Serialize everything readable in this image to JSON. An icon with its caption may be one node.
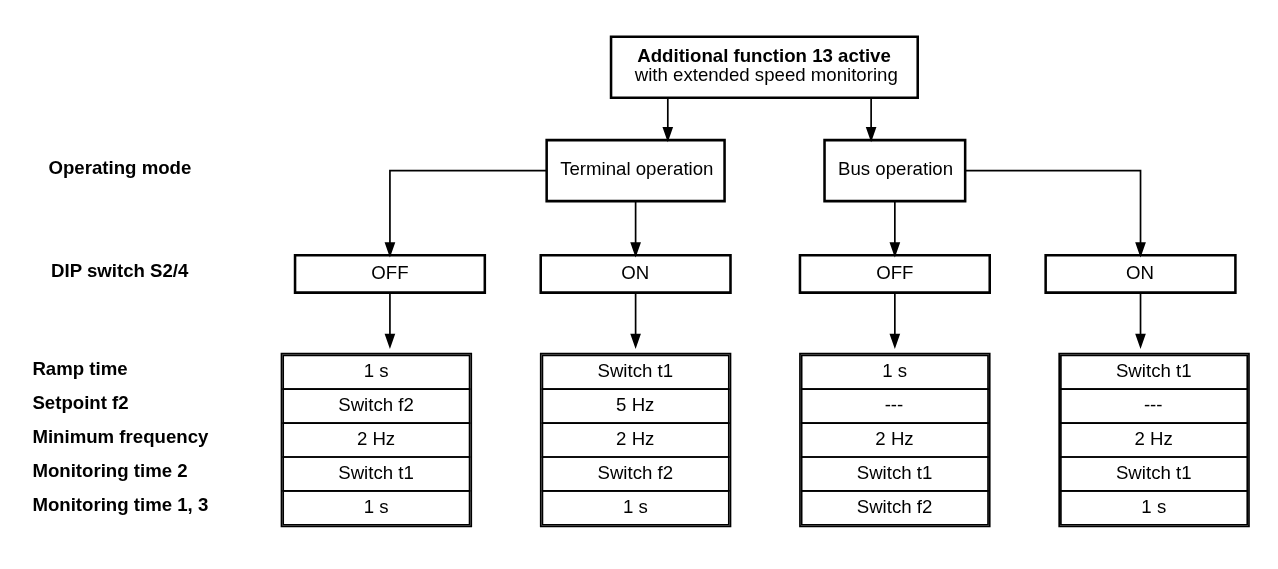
{
  "diagram": {
    "nodes": [
      {
        "text": [
          "Additional function 13 active",
          "with extended speed monitoring"
        ]
      },
      {
        "text": [
          "Terminal operation"
        ]
      },
      {
        "text": [
          "Bus operation"
        ]
      },
      {
        "text": [
          "OFF"
        ]
      },
      {
        "text": [
          "ON"
        ]
      },
      {
        "text": [
          "OFF"
        ]
      },
      {
        "text": [
          "ON"
        ]
      },
      {
        "text": [
          "1 s",
          "Switch f2",
          "2 Hz",
          "Switch t1",
          "1 s"
        ]
      },
      {
        "text": [
          "Switch t1",
          "5 Hz",
          "2 Hz",
          "Switch f2",
          "1 s"
        ]
      },
      {
        "text": [
          "1 s",
          "---",
          "2 Hz",
          "Switch t1",
          "Switch f2"
        ]
      },
      {
        "text": [
          "Switch t1",
          "---",
          "2 Hz",
          "Switch t1",
          "1 s"
        ]
      }
    ],
    "edges": [
      {
        "from": 0,
        "to": 1,
        "arrow": "to"
      },
      {
        "from": 0,
        "to": 2,
        "arrow": "to"
      },
      {
        "from": 1,
        "to": 3,
        "arrow": "to"
      },
      {
        "from": 1,
        "to": 4,
        "arrow": "to"
      },
      {
        "from": 2,
        "to": 5,
        "arrow": "to"
      },
      {
        "from": 2,
        "to": 6,
        "arrow": "to"
      },
      {
        "from": 3,
        "to": 7,
        "arrow": "to"
      },
      {
        "from": 4,
        "to": 8,
        "arrow": "to"
      },
      {
        "from": 5,
        "to": 9,
        "arrow": "to"
      },
      {
        "from": 6,
        "to": 10,
        "arrow": "to"
      }
    ],
    "labels": [
      "Operating mode",
      "DIP switch S2/4",
      "Ramp time",
      "Setpoint f2",
      "Minimum frequency",
      "Monitoring time 2",
      "Monitoring time 1, 3"
    ]
  }
}
